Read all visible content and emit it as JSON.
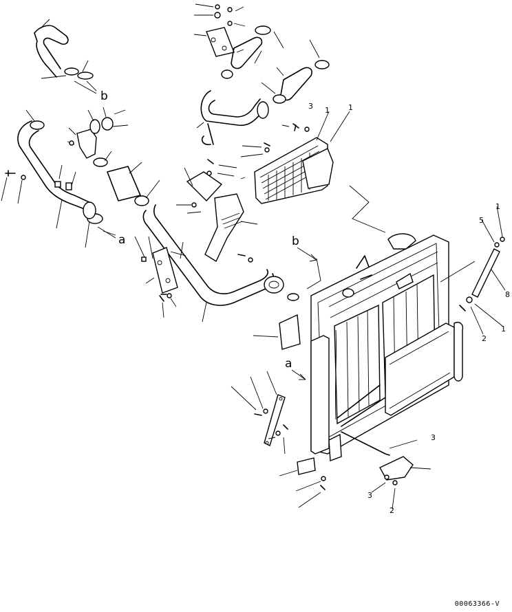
{
  "diagram": {
    "drawing_code": "00063366-V",
    "ref_labels": [
      "a",
      "b"
    ],
    "callout_numbers": [
      "1",
      "2",
      "3",
      "5",
      "8"
    ]
  }
}
